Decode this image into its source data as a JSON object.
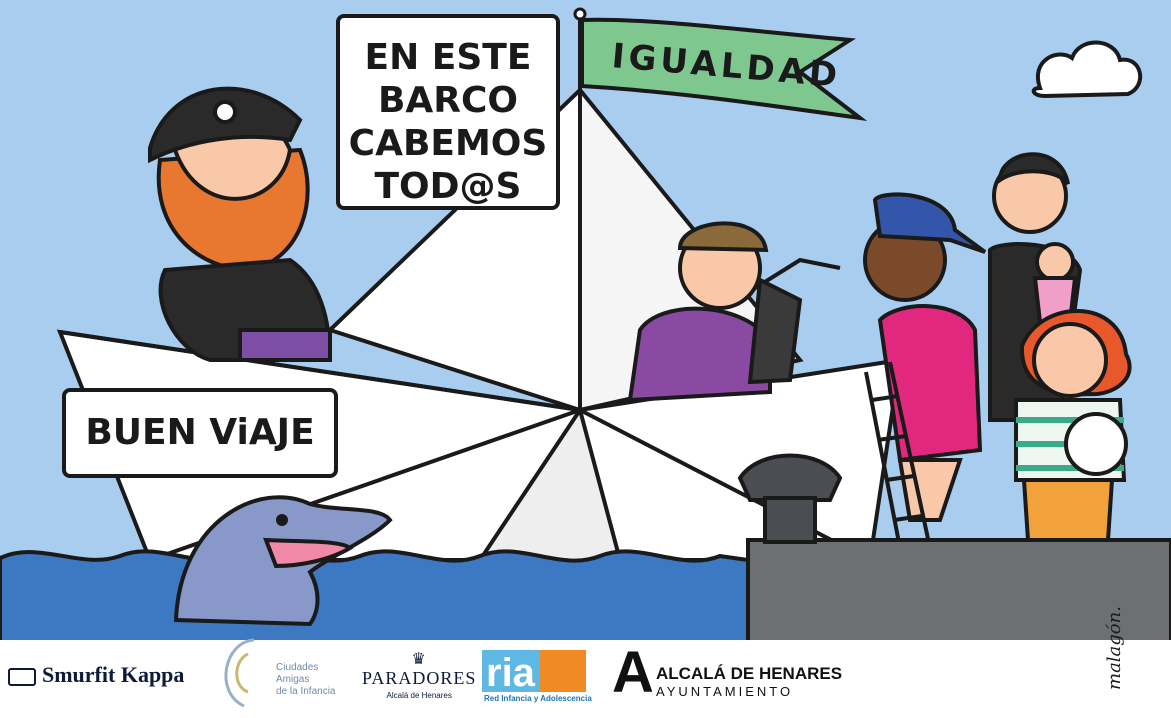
{
  "speech": {
    "top_lines": [
      "EN ESTE",
      "BARCO",
      "CABEMOS",
      "TOD@S"
    ],
    "bottom": "BUEN ViAJE"
  },
  "flag_text": "IGUALDAD",
  "signature": "malagón.",
  "logos": {
    "smurfit": "Smurfit Kappa",
    "ciudades": [
      "Ciudades",
      "Amigas",
      "de la Infancia"
    ],
    "paradores": "PARADORES",
    "paradores_sub": "Alcalá de Henares",
    "ria": "ria",
    "ria_sub_1": "Red Infancia",
    "ria_sub_2": "y Adolescencia",
    "alcala_1": "ALCALÁ DE HENARES",
    "alcala_2": "AYUNTAMIENTO"
  },
  "colors": {
    "sky": "#a9cdee",
    "sea": "#3d78c2",
    "flag": "#7ec78f",
    "dock": "#6d7073",
    "dolphin": "#8899c9"
  }
}
